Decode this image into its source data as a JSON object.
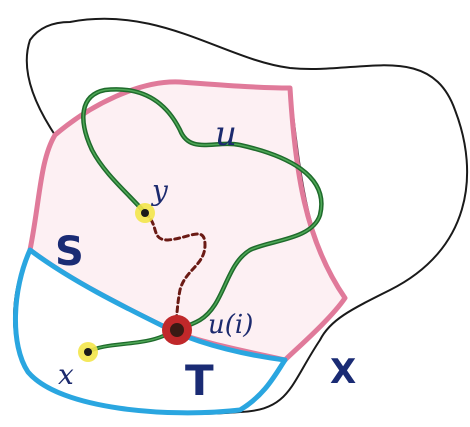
{
  "labels": {
    "S": "S",
    "T": "T",
    "X": "X",
    "u": "u",
    "y": "y",
    "x": "x",
    "ui": "u(i)"
  },
  "colors": {
    "outline": "#1a1a1a",
    "S_border": "#e07a9a",
    "S_fill": "#fbe3ea",
    "T_border": "#2aa6e0",
    "path_u": "#1f6b2c",
    "path_dashed": "#6b1a14",
    "point_highlight": "#f3e64a",
    "point_ui": "#c0282a",
    "ink": "#1c2a6e"
  },
  "icons": {
    "point_y": "dot-icon",
    "point_x": "dot-icon",
    "point_ui": "large-red-dot-icon"
  }
}
